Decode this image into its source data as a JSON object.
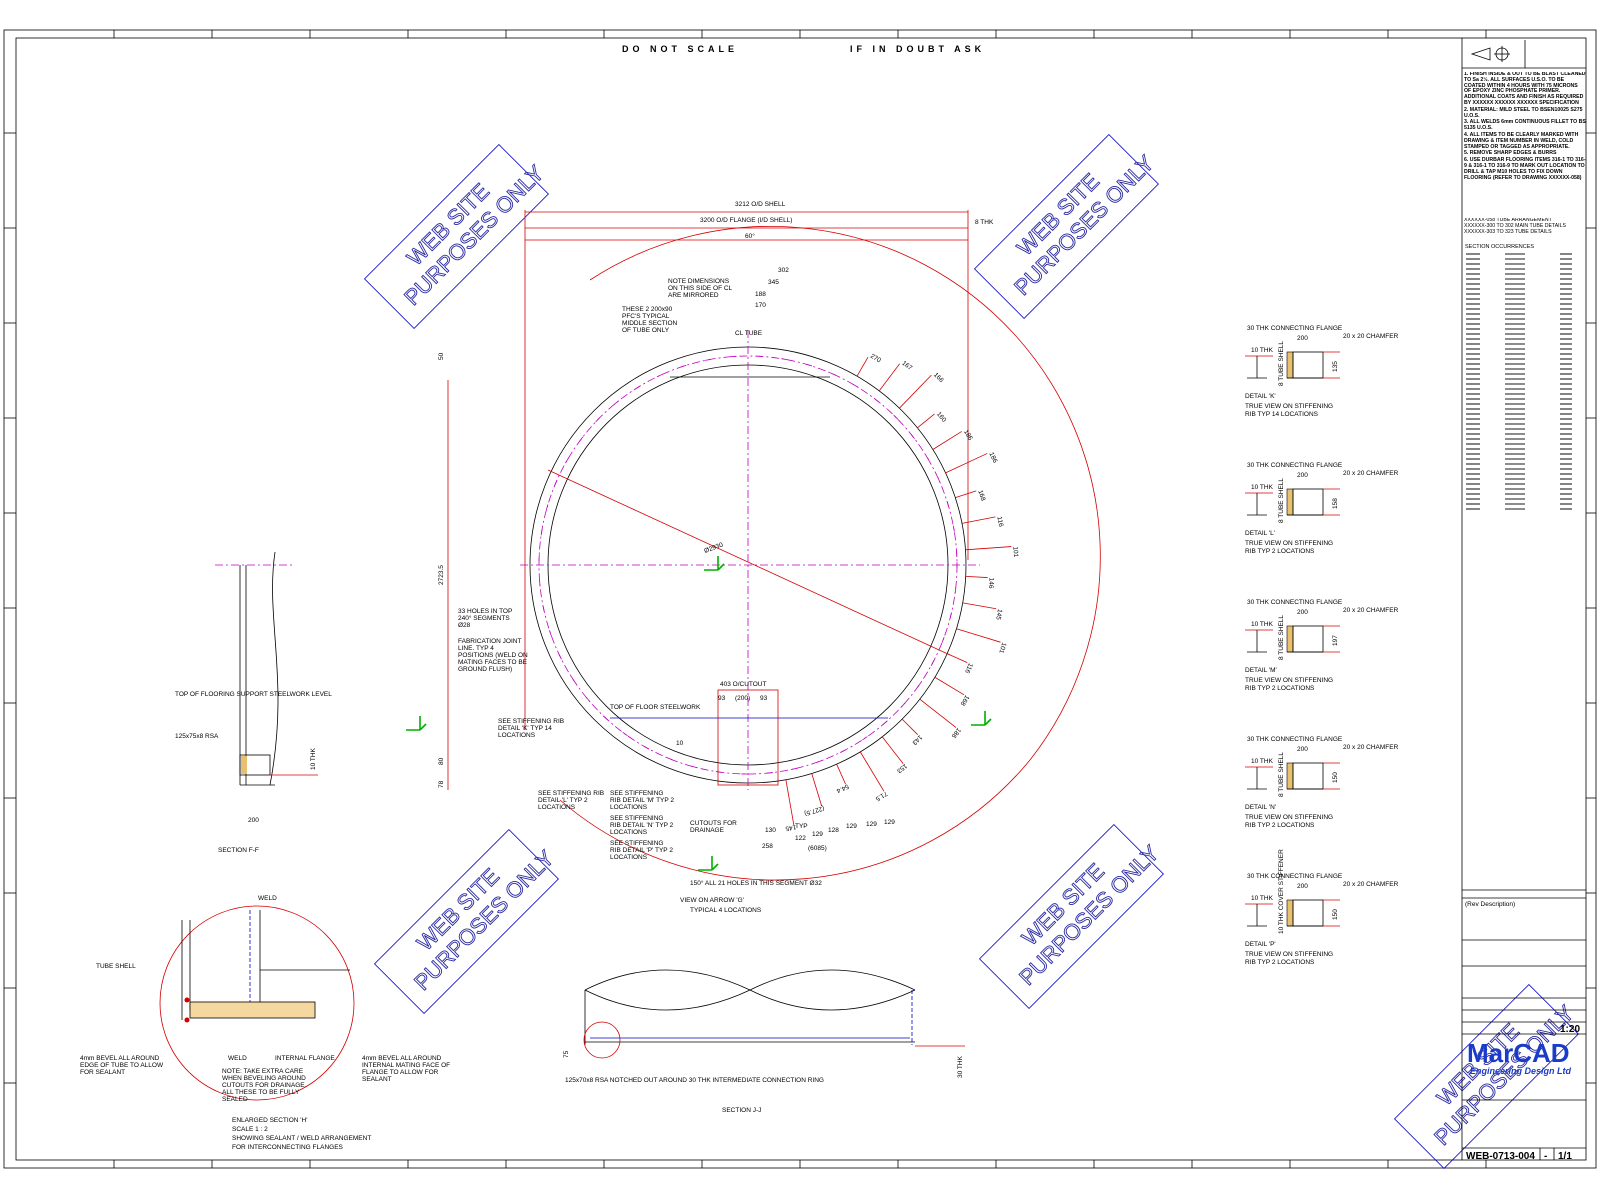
{
  "header": {
    "left": "DO NOT SCALE",
    "right": "IF IN DOUBT ASK"
  },
  "watermark": {
    "line1": "WEB SITE",
    "line2": "PURPOSES ONLY"
  },
  "main_view": {
    "dims_top": [
      "3212 O/D SHELL",
      "3200 O/D FLANGE (I/D SHELL)",
      "8 THK",
      "60°"
    ],
    "dims_inner": [
      "302",
      "345",
      "188",
      "170"
    ],
    "left_dims": [
      "50",
      "2723.5",
      "80",
      "78"
    ],
    "diameter": "Ø2930",
    "radial_dims": [
      "270",
      "167",
      "166",
      "160",
      "186",
      "186",
      "168",
      "116",
      "101",
      "146",
      "145",
      "101",
      "116",
      "168",
      "186",
      "143",
      "153",
      "71.5",
      "54.4",
      "(227.5)",
      "145"
    ],
    "bottom_dims": [
      "403 O/CUTOUT",
      "93",
      "(200)",
      "93",
      "10",
      "130",
      "258",
      "TYP",
      "122",
      "129",
      "128",
      "129",
      "129",
      "129",
      "(6085)"
    ],
    "notes": [
      "NOTE DIMENSIONS ON THIS SIDE OF CL ARE MIRRORED",
      "THESE 2 200x90 PFC'S TYPICAL MIDDLE SECTION OF TUBE ONLY",
      "CL TUBE",
      "33 HOLES IN TOP 240° SEGMENTS Ø28",
      "FABRICATION JOINT LINE. TYP 4 POSITIONS (WELD ON MATING FACES TO BE GROUND FLUSH)",
      "SEE STIFFENING RIB DETAIL 'K' TYP 14 LOCATIONS",
      "TOP OF FLOOR STEELWORK",
      "SEE STIFFENING RIB DETAIL 'L' TYP 2 LOCATIONS",
      "SEE STIFFENING RIB DETAIL 'M' TYP 2 LOCATIONS",
      "SEE STIFFENING RIB DETAIL 'N' TYP 2 LOCATIONS",
      "SEE STIFFENING RIB DETAIL 'P' TYP 2 LOCATIONS",
      "CUTOUTS FOR DRAINAGE",
      "150° ALL 21 HOLES IN THIS SEGMENT Ø32"
    ],
    "title": "VIEW ON ARROW 'G'",
    "subtitle": "TYPICAL 4 LOCATIONS",
    "arrow": "G"
  },
  "section_ff": {
    "labels": [
      "TOP OF FLOORING SUPPORT STEELWORK LEVEL",
      "125x75x8 RSA",
      "10 THK",
      "200"
    ],
    "title": "SECTION F-F"
  },
  "enlarged": {
    "labels": [
      "WELD",
      "TUBE SHELL",
      "4mm BEVEL ALL AROUND EDGE OF TUBE TO ALLOW FOR SEALANT",
      "WELD",
      "INTERNAL FLANGE",
      "4mm BEVEL ALL AROUND INTERNAL MATING FACE OF FLANGE TO ALLOW FOR SEALANT",
      "NOTE: TAKE EXTRA CARE WHEN BEVELING AROUND CUTOUTS FOR DRAINAGE. ALL THESE TO BE FULLY SEALED"
    ],
    "title": "ENLARGED SECTION 'H'",
    "scale": "SCALE 1 : 2",
    "desc1": "SHOWING SEALANT / WELD ARRANGEMENT",
    "desc2": "FOR INTERCONNECTING FLANGES"
  },
  "section_jj": {
    "labels": [
      "125x70x8 RSA NOTCHED OUT AROUND 30 THK INTERMEDIATE CONNECTION RING",
      "75",
      "30 THK"
    ],
    "title": "SECTION J-J"
  },
  "details": [
    {
      "title": "DETAIL 'K'",
      "desc": "TRUE VIEW ON STIFFENING",
      "loc": "RIB TYP 14 LOCATIONS",
      "height": "135",
      "shell": "8 TUBE SHELL"
    },
    {
      "title": "DETAIL 'L'",
      "desc": "TRUE VIEW ON STIFFENING",
      "loc": "RIB TYP 2 LOCATIONS",
      "height": "158",
      "shell": "8 TUBE SHELL"
    },
    {
      "title": "DETAIL 'M'",
      "desc": "TRUE VIEW ON STIFFENING",
      "loc": "RIB TYP 2 LOCATIONS",
      "height": "197",
      "shell": "8 TUBE SHELL"
    },
    {
      "title": "DETAIL 'N'",
      "desc": "TRUE VIEW ON STIFFENING",
      "loc": "RIB TYP 2 LOCATIONS",
      "height": "150",
      "shell": "8 TUBE SHELL"
    },
    {
      "title": "DETAIL 'P'",
      "desc": "TRUE VIEW ON STIFFENING",
      "loc": "RIB TYP 2 LOCATIONS",
      "height": "150",
      "shell": "10 THK COVER STIFFENER"
    }
  ],
  "detail_common": {
    "flange": "30 THK CONNECTING FLANGE",
    "width": "200",
    "rib": "10 THK",
    "chamfer": "20 x 20 CHAMFER"
  },
  "notes_panel": {
    "items": [
      "1. FINISH INSIDE & OUT TO BE BLAST CLEANED TO Sa 2½. ALL SURFACES U.S.O. TO BE COATED WITHIN 4 HOURS WITH 75 MICRONS OF EPOXY ZINC PHOSPHATE PRIMER. ADDITIONAL COATS AND FINISH AS REQUIRED BY XXXXXX XXXXXX XXXXXX SPECIFICATION",
      "2. MATERIAL: MILD STEEL TO BSEN10025 S275 U.O.S.",
      "3. ALL WELDS 6mm CONTINUOUS FILLET TO BS 5135 U.O.S.",
      "4. ALL ITEMS TO BE CLEARLY MARKED WITH DRAWING & ITEM NUMBER IN WELD, COLD STAMPED OR TAGGED AS APPROPRIATE.",
      "5. REMOVE SHARP EDGES & BURRS",
      "6. USE DURBAR FLOORING ITEMS 316-1 TO 316-9 & 316-1 TO 316-9 TO MARK OUT LOCATION TO DRILL & TAP M10 HOLES TO FIX DOWN FLOORING (REFER TO DRAWING XXXXXX-058)"
    ],
    "refs": [
      "XXXXXX-058 TUBE ARRANGEMENT",
      "XXXXXX-300 TO 302 MAIN TUBE DETAILS",
      "XXXXXX-303 TO 323 TUBE DETAILS"
    ],
    "section_header": "SECTION OCCURRENCES"
  },
  "title_block": {
    "rev_description": "(Rev Description)",
    "company": "MarCAD",
    "company_sub": "Engineering Design Ltd",
    "scale": "1:20",
    "drawing_no": "WEB-0713-004",
    "rev": "-",
    "sheet": "1/1"
  },
  "colors": {
    "drawing_red": "#d40000",
    "drawing_blue": "#0000c8",
    "centerline": "#c000c0",
    "arrow_green": "#00b000",
    "brand": "#1a3cc8"
  }
}
